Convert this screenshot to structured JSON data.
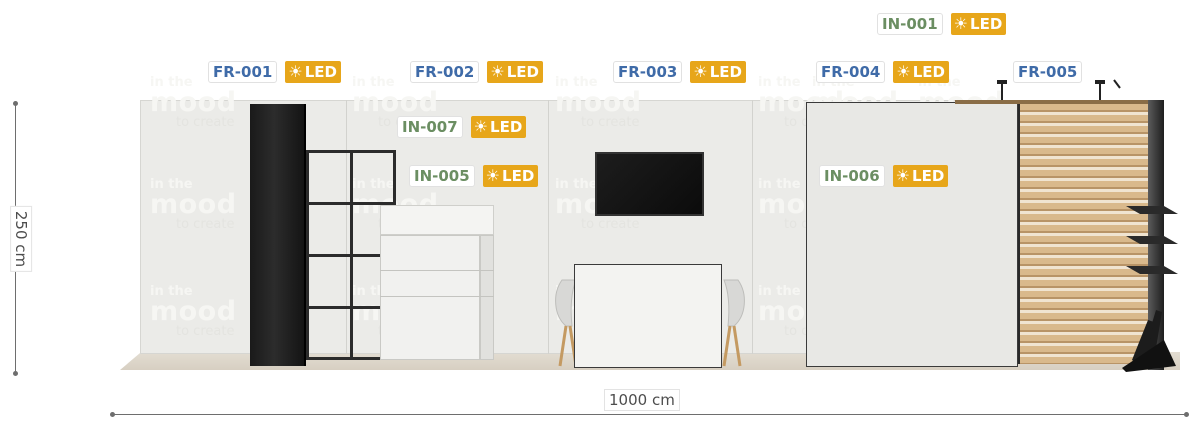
{
  "watermark": {
    "line1": "in the",
    "line2": "mood",
    "line3": "to create"
  },
  "labels": [
    {
      "id": "fr-001",
      "code": "FR-001",
      "kind": "fr",
      "led": "LED"
    },
    {
      "id": "fr-002",
      "code": "FR-002",
      "kind": "fr",
      "led": "LED"
    },
    {
      "id": "fr-003",
      "code": "FR-003",
      "kind": "fr",
      "led": "LED"
    },
    {
      "id": "fr-004",
      "code": "FR-004",
      "kind": "fr",
      "led": "LED"
    },
    {
      "id": "fr-005",
      "code": "FR-005",
      "kind": "fr",
      "led": ""
    },
    {
      "id": "in-001",
      "code": "IN-001",
      "kind": "in",
      "led": "LED"
    },
    {
      "id": "in-005",
      "code": "IN-005",
      "kind": "in",
      "led": "LED"
    },
    {
      "id": "in-006",
      "code": "IN-006",
      "kind": "in",
      "led": "LED"
    },
    {
      "id": "in-007",
      "code": "IN-007",
      "kind": "in",
      "led": "LED"
    }
  ],
  "dimensions": {
    "height": "250 cm",
    "width": "1000 cm"
  },
  "colors": {
    "fr_label": "#3f6ba8",
    "in_label": "#6b8e62",
    "led_badge": "#e7a61a"
  },
  "icons": {
    "led": "sun-icon"
  }
}
